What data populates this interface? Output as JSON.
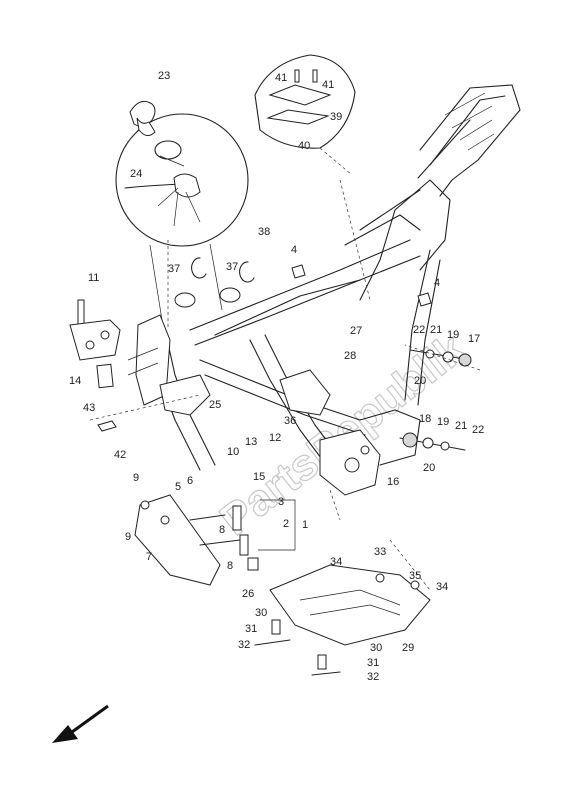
{
  "watermark": "PartsRepublik",
  "labels": [
    {
      "id": "23",
      "text": "23"
    },
    {
      "id": "24",
      "text": "24"
    },
    {
      "id": "41a",
      "text": "41"
    },
    {
      "id": "41b",
      "text": "41"
    },
    {
      "id": "39",
      "text": "39"
    },
    {
      "id": "40",
      "text": "40"
    },
    {
      "id": "38",
      "text": "38"
    },
    {
      "id": "37a",
      "text": "37"
    },
    {
      "id": "37b",
      "text": "37"
    },
    {
      "id": "4a",
      "text": "4"
    },
    {
      "id": "4b",
      "text": "4"
    },
    {
      "id": "11",
      "text": "11"
    },
    {
      "id": "14",
      "text": "14"
    },
    {
      "id": "43",
      "text": "43"
    },
    {
      "id": "42",
      "text": "42"
    },
    {
      "id": "25",
      "text": "25"
    },
    {
      "id": "10",
      "text": "10"
    },
    {
      "id": "13",
      "text": "13"
    },
    {
      "id": "12",
      "text": "12"
    },
    {
      "id": "36",
      "text": "36"
    },
    {
      "id": "27",
      "text": "27"
    },
    {
      "id": "28",
      "text": "28"
    },
    {
      "id": "22a",
      "text": "22"
    },
    {
      "id": "21a",
      "text": "21"
    },
    {
      "id": "19a",
      "text": "19"
    },
    {
      "id": "17",
      "text": "17"
    },
    {
      "id": "20a",
      "text": "20"
    },
    {
      "id": "18",
      "text": "18"
    },
    {
      "id": "19b",
      "text": "19"
    },
    {
      "id": "21b",
      "text": "21"
    },
    {
      "id": "22b",
      "text": "22"
    },
    {
      "id": "20b",
      "text": "20"
    },
    {
      "id": "16",
      "text": "16"
    },
    {
      "id": "15",
      "text": "15"
    },
    {
      "id": "6",
      "text": "6"
    },
    {
      "id": "5",
      "text": "5"
    },
    {
      "id": "9a",
      "text": "9"
    },
    {
      "id": "9b",
      "text": "9"
    },
    {
      "id": "7",
      "text": "7"
    },
    {
      "id": "8a",
      "text": "8"
    },
    {
      "id": "8b",
      "text": "8"
    },
    {
      "id": "3",
      "text": "3"
    },
    {
      "id": "2",
      "text": "2"
    },
    {
      "id": "1",
      "text": "1"
    },
    {
      "id": "26",
      "text": "26"
    },
    {
      "id": "33",
      "text": "33"
    },
    {
      "id": "34a",
      "text": "34"
    },
    {
      "id": "35",
      "text": "35"
    },
    {
      "id": "34b",
      "text": "34"
    },
    {
      "id": "30a",
      "text": "30"
    },
    {
      "id": "31a",
      "text": "31"
    },
    {
      "id": "32a",
      "text": "32"
    },
    {
      "id": "29",
      "text": "29"
    },
    {
      "id": "30b",
      "text": "30"
    },
    {
      "id": "31b",
      "text": "31"
    },
    {
      "id": "32b",
      "text": "32"
    }
  ]
}
